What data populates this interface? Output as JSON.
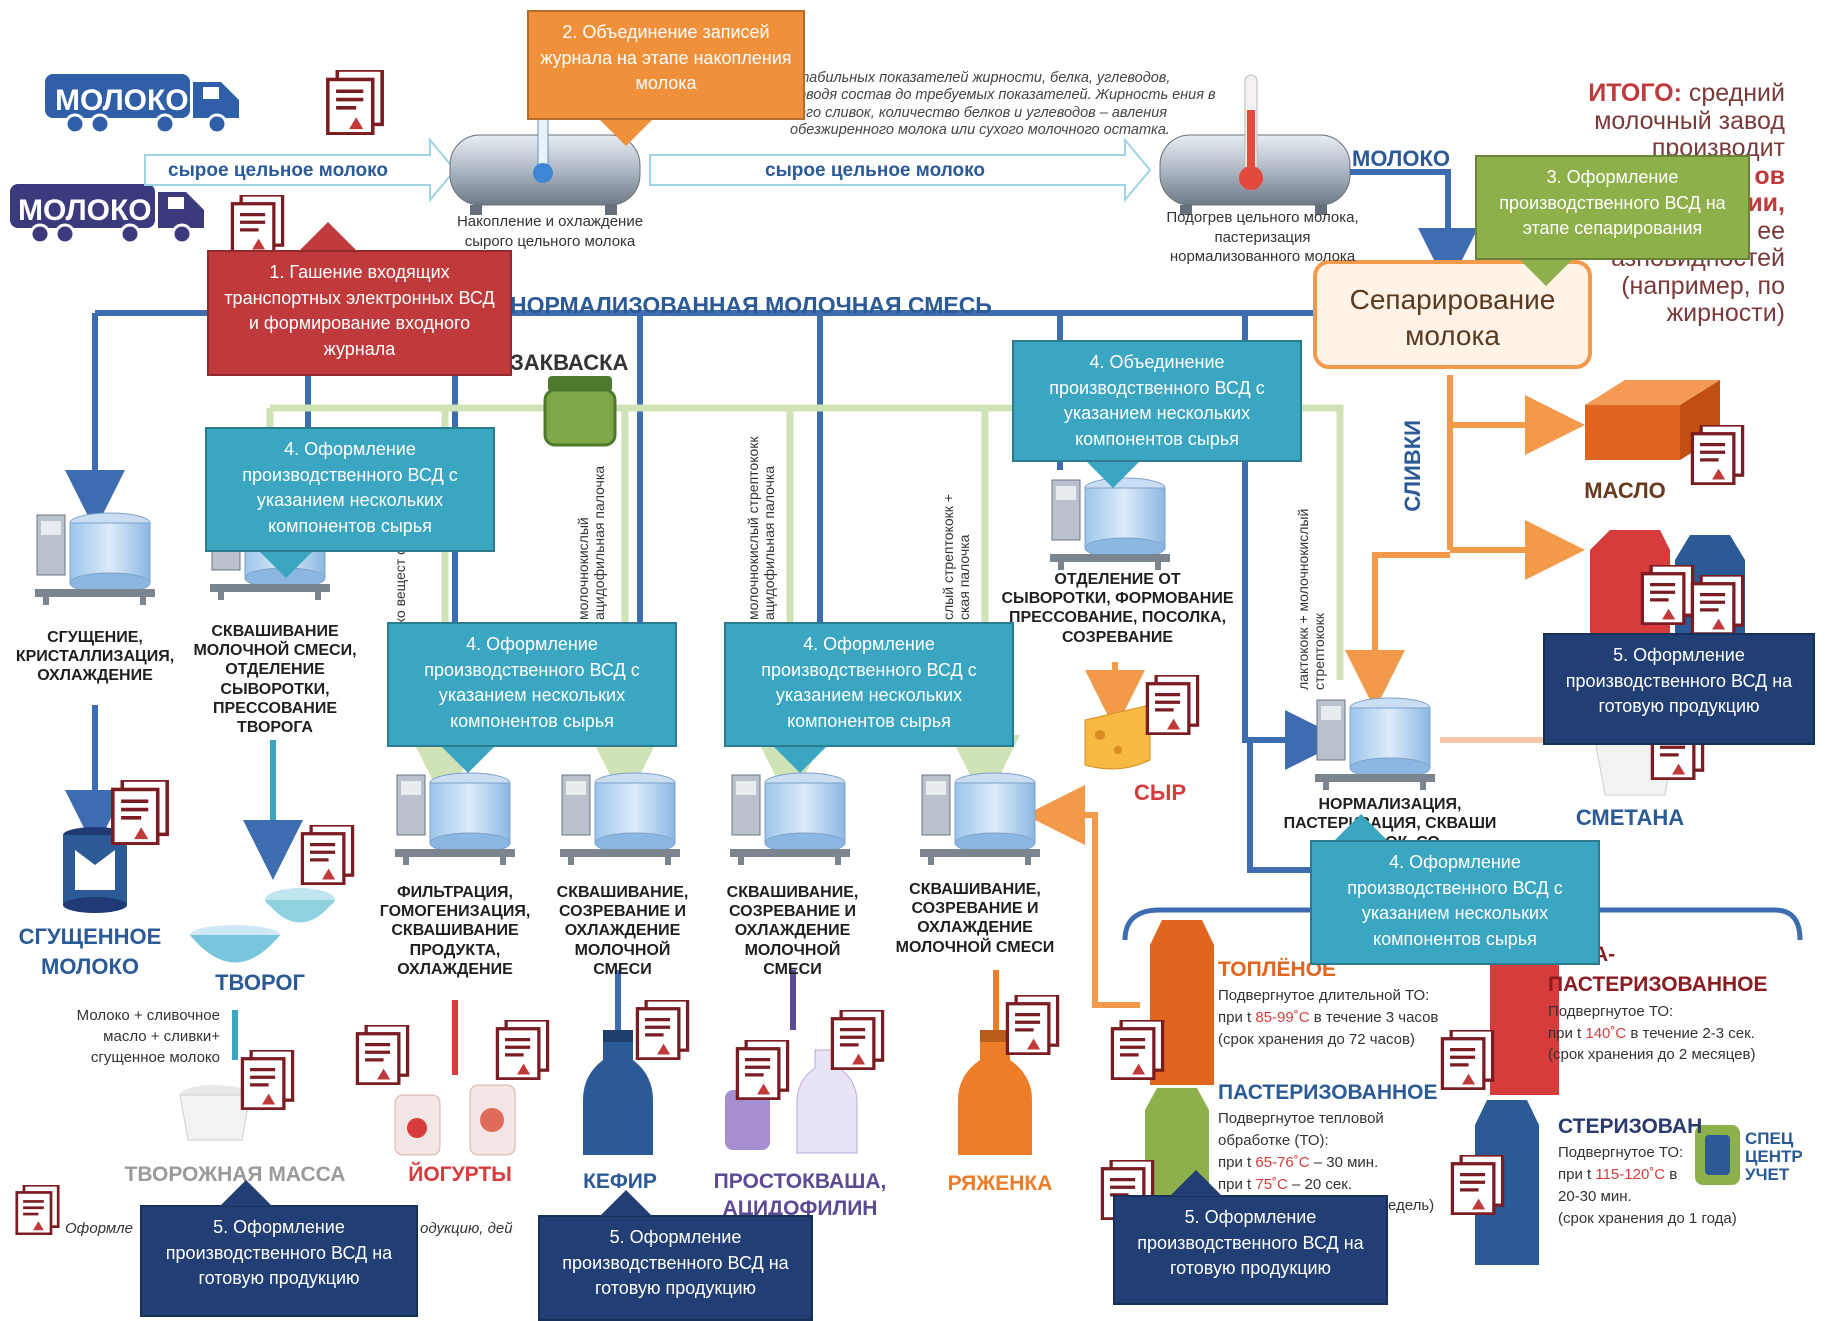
{
  "header": {
    "truck1_label": "МОЛОКО",
    "truck2_label": "МОЛОКО",
    "arrow_raw1": "сырое цельное молоко",
    "arrow_raw2": "сырое цельное молоко",
    "arrow_milk": "МОЛОКО",
    "storage_caption": "Накопление и охлаждение сырого цельного молока",
    "heating_caption": "Подогрев цельного молока, пастеризация нормализованного молока",
    "italic_note": "стабильных показателей жирности, белка, углеводов, доводя состав до требуемых показателей. Жирность ения в него сливок, количество белков и углеводов – авления обезжиренного молока или сухого молочного остатка."
  },
  "summary": {
    "line1_bold": "ИТОГО:",
    "line1_rest": "средний",
    "line2": "молочный завод",
    "line3": "производит",
    "line4": "ов",
    "line5": "ии,",
    "line6": "ее",
    "line7": "азновидностей",
    "line8": "(например, по",
    "line9": "жирности)"
  },
  "flow": {
    "normalized_mix": "НОРМАЛИЗОВАННАЯ МОЛОЧНАЯ СМЕСЬ",
    "separation": "Сепарирование молока",
    "cream": "СЛИВКИ",
    "starter": "ЗАКВАСКА",
    "vertical_1": "молочнокислый ацидофильная палочка",
    "vertical_2": "молочнокислый стрептококк ацидофильная палочка",
    "vertical_3": "слый стрептококк + ская палочка",
    "vertical_4": "лактококк + молочнокислый стрептококк",
    "vertical_5": "стрептоко вещест стабили"
  },
  "processes": {
    "condensing": "СГУЩЕНИЕ, КРИСТАЛЛИЗАЦИЯ, ОХЛАЖДЕНИЕ",
    "curd": "СКВАШИВАНИЕ МОЛОЧНОЙ СМЕСИ, ОТДЕЛЕНИЕ СЫВОРОТКИ, ПРЕССОВАНИЕ ТВОРОГА",
    "yogurt": "ФИЛЬТРАЦИЯ, ГОМОГЕНИЗАЦИЯ, СКВАШИВАНИЕ ПРОДУКТА, ОХЛАЖДЕНИЕ",
    "kefir": "СКВАШИВАНИЕ, СОЗРЕВАНИЕ И ОХЛАЖДЕНИЕ МОЛОЧНОЙ СМЕСИ",
    "prostokvasha": "СКВАШИВАНИЕ, СОЗРЕВАНИЕ И ОХЛАЖДЕНИЕ МОЛОЧНОЙ СМЕСИ",
    "ryazhenka": "СКВАШИВАНИЕ, СОЗРЕВАНИЕ И ОХЛАЖДЕНИЕ МОЛОЧНОЙ СМЕСИ",
    "cheese": "ОТДЕЛЕНИЕ ОТ СЫВОРОТКИ, ФОРМОВАНИЕ ПРЕССОВАНИЕ, ПОСОЛКА, СОЗРЕВАНИЕ",
    "sour_cream": "НОРМАЛИЗАЦИЯ, ПАСТЕРИЗАЦИЯ, СКВАШИ СЛИВОК, СО"
  },
  "products": {
    "condensed": "СГУЩЕННОЕ МОЛОКО",
    "tvorog": "ТВОРОГ",
    "tvorog_mass": "ТВОРОЖНАЯ МАССА",
    "tvorog_mass_recipe": "Молоко + сливочное масло + сливки+ сгущенное молоко",
    "yogurts": "ЙОГУРТЫ",
    "kefir": "КЕФИР",
    "prostokvasha": "ПРОСТОКВАША, АЦИДОФИЛИН",
    "ryazhenka": "РЯЖЕНКА",
    "cheese": "СЫР",
    "butter": "МАСЛО",
    "sour_cream": "СМЕТАНА"
  },
  "milk_types": {
    "toplenoe_title": "ТОПЛЁНОЕ",
    "toplenoe_l1": "Подвергнутое длительной ТО:",
    "toplenoe_l2a": "при t ",
    "toplenoe_l2b": "85-99˚С",
    "toplenoe_l2c": " в течение 3 часов",
    "toplenoe_l3": "(срок хранения до 72 часов)",
    "ultra_title_a": "ТРА-",
    "ultra_title_b": "ПАСТЕРИЗОВАННОЕ",
    "ultra_l1": "Подвергнутое ТО:",
    "ultra_l2a": "при t ",
    "ultra_l2b": "140˚С",
    "ultra_l2c": " в течение 2-3 сек.",
    "ultra_l3": "(срок хранения до 2 месяцев)",
    "past_title": "ПАСТЕРИЗОВАННОЕ",
    "past_l1": "Подвергнутое тепловой",
    "past_l2": "обработке (ТО):",
    "past_l3a": "при t ",
    "past_l3b": "65-76˚С",
    "past_l3c": " – 30 мин.",
    "past_l4a": "при t ",
    "past_l4b": "75˚С",
    "past_l4c": " – 20 сек.",
    "past_l5": "едель)",
    "steril_title": "СТЕРИЗОВАН",
    "steril_l1": "Подвергнутое ТО:",
    "steril_l2a": "при t ",
    "steril_l2b": "115-120˚С",
    "steril_l2c": " в",
    "steril_l3": "20-30 мин.",
    "steril_l4": "(срок хранения до 1 года)"
  },
  "legend": {
    "text_left": "Оформле",
    "text_right": "одукцию, дей"
  },
  "logo": {
    "text": "СПЕЦ ЦЕНТР УЧЕТ"
  },
  "callouts": {
    "c1": "1. Гашение входящих транспортных электронных ВСД и формирование входного журнала",
    "c2": "2. Объединение записей журнала на этапе накопления молока",
    "c3": "3. Оформление производственного ВСД на этапе сепарирования",
    "c4a": "4. Оформление производственного ВСД с указанием нескольких компонентов сырья",
    "c4b": "4. Объединение производственного ВСД с указанием нескольких компонентов сырья",
    "c4c": "4. Оформление производственного ВСД с указанием нескольких компонентов сырья",
    "c4d": "4. Оформление производственного ВСД с указанием нескольких компонентов сырья",
    "c4e": "4. Оформление производственного ВСД с указанием нескольких компонентов сырья",
    "c5a": "5. Оформление производственного ВСД на готовую продукцию",
    "c5b": "5. Оформление производственного ВСД на готовую продукцию",
    "c5c": "5. Оформление производственного ВСД на готовую продукцию",
    "c5d": "5. Оформление производственного ВСД на готовую продукцию"
  },
  "colors": {
    "blue_line": "#3d6db0",
    "green_line": "#cfe3b6",
    "orange_line": "#f3994a",
    "red_callout": "#c0393b",
    "orange_callout": "#f0903a",
    "green_callout": "#8db04a",
    "teal_callout": "#3aa6c2",
    "navy_callout": "#213f74",
    "product_red": "#d63c3c",
    "product_blue": "#2b5a96",
    "product_orange": "#ee7d2a"
  }
}
